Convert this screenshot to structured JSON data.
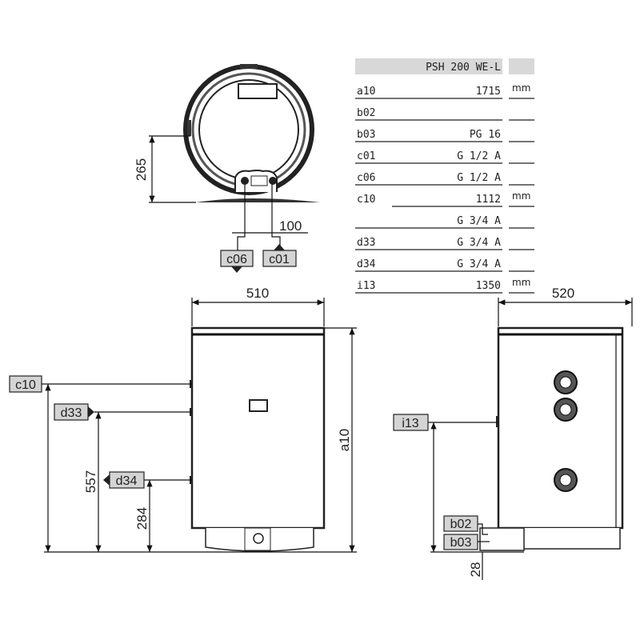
{
  "table": {
    "title": "PSH 200 WE-L",
    "rows": [
      {
        "code": "a10",
        "value": "1715",
        "unit": "mm"
      },
      {
        "code": "b02",
        "value": "",
        "unit": ""
      },
      {
        "code": "b03",
        "value": "PG 16",
        "unit": ""
      },
      {
        "code": "c01",
        "value": "G 1/2 A",
        "unit": ""
      },
      {
        "code": "c06",
        "value": "G 1/2 A",
        "unit": ""
      },
      {
        "code": "c10",
        "value": "1112",
        "unit": "mm"
      },
      {
        "code": "",
        "value": "G 3/4 A",
        "unit": ""
      },
      {
        "code": "d33",
        "value": "G 3/4 A",
        "unit": ""
      },
      {
        "code": "d34",
        "value": "G 3/4 A",
        "unit": ""
      },
      {
        "code": "i13",
        "value": "1350",
        "unit": "mm"
      }
    ]
  },
  "top_view": {
    "dim_height": "265",
    "dim_spacing": "100",
    "labels": [
      "c06",
      "c01"
    ]
  },
  "front_view": {
    "dim_width": "510",
    "dim_height": "a10",
    "dim_d33": "557",
    "dim_d34": "284",
    "labels": {
      "c10": "c10",
      "d33": "d33",
      "d34": "d34"
    }
  },
  "side_view": {
    "dim_width": "520",
    "dim_foot": "28",
    "labels": {
      "i13": "i13",
      "b02": "b02",
      "b03": "b03"
    }
  }
}
